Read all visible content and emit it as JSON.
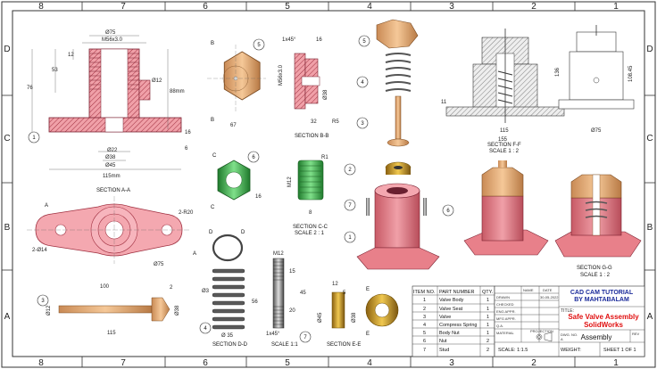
{
  "border": {
    "columns_top": [
      "8",
      "7",
      "6",
      "5",
      "4",
      "3",
      "2",
      "1"
    ],
    "rows": [
      "D",
      "C",
      "B",
      "A"
    ]
  },
  "views": {
    "body_section": {
      "callout": "1",
      "caption": "SECTION A-A",
      "dims": {
        "thread": "M56x3.0",
        "dia_top": "Ø75",
        "h1": "12",
        "h2": "53",
        "h3": "76",
        "h4": "88mm",
        "hole": "Ø12",
        "d22": "Ø22",
        "d38": "Ø38",
        "d45": "Ø45",
        "width": "115mm",
        "t": "16",
        "t2": "6"
      }
    },
    "body_top": {
      "dims": {
        "r20": "2-R20",
        "r14": "2-Ø14",
        "d75": "Ø75"
      },
      "marks": {
        "a1": "A",
        "a2": "A"
      }
    },
    "nut_hex": {
      "callout": "5",
      "dims": {
        "w": "67"
      },
      "marks": {
        "b1": "B",
        "b2": "B"
      }
    },
    "nut_section": {
      "caption": "SECTION B-B",
      "dims": {
        "chamfer": "1x45°",
        "t16": "16",
        "thread": "M56x3.0",
        "d38": "Ø38",
        "w32": "32",
        "r": "R5"
      }
    },
    "seat_view": {
      "callout": "6",
      "dims": {
        "w": "16"
      },
      "marks": {
        "c1": "C",
        "c2": "C"
      }
    },
    "seat_section": {
      "caption": "SECTION C-C",
      "scale": "SCALE 2 : 1",
      "dims": {
        "thread": "M12",
        "h": "8",
        "r": "R1"
      }
    },
    "spring": {
      "callout": "4",
      "caption": "SECTION D-D",
      "dims": {
        "wire": "Ø3",
        "len": "56",
        "od": "Ø 35"
      },
      "marks": {
        "d1": "D",
        "d2": "D"
      }
    },
    "stud": {
      "callout": "7",
      "caption": "SCALE 1:1",
      "dims": {
        "thread": "M12",
        "l15": "15",
        "l45": "45",
        "l20": "20",
        "chamfer": "1x45°"
      }
    },
    "valve": {
      "callout": "3",
      "dims": {
        "l100": "100",
        "l115": "115",
        "d12": "Ø12",
        "d38": "Ø38",
        "r2": "2"
      }
    },
    "bush": {
      "caption": "SECTION E-E",
      "dims": {
        "l12": "12",
        "l5": "5",
        "d45": "Ø45",
        "d38": "Ø38"
      },
      "marks": {
        "e1": "E",
        "e2": "E"
      }
    },
    "exploded": {
      "callouts": [
        "5",
        "4",
        "3",
        "2",
        "7",
        "6",
        "1"
      ]
    },
    "section_ff": {
      "caption": "SECTION F-F",
      "scale": "SCALE 1 : 2",
      "dims": {
        "w115": "115",
        "w155": "155",
        "h11": "11"
      }
    },
    "front_view": {
      "dims": {
        "h136": "136",
        "h10845": "108.45",
        "d75": "Ø75"
      }
    },
    "section_gg": {
      "caption": "SECTION G-G",
      "scale": "SCALE 1 : 2"
    }
  },
  "bom": {
    "headers": [
      "ITEM NO.",
      "PART NUMBER",
      "QTY."
    ],
    "rows": [
      [
        "1",
        "Valve Body",
        "1"
      ],
      [
        "2",
        "Valve Seat",
        "1"
      ],
      [
        "3",
        "Valve",
        "1"
      ],
      [
        "4",
        "Compress Spring",
        "1"
      ],
      [
        "5",
        "Body Nut",
        "1"
      ],
      [
        "6",
        "Nut",
        "2"
      ],
      [
        "7",
        "Stud",
        "2"
      ]
    ]
  },
  "title_block": {
    "name_label": "NAME",
    "date_label": "DATE",
    "date": "30-05-2022",
    "rows": [
      "DRAWN",
      "CHECKED",
      "ENG APPR.",
      "MFG APPR.",
      "Q.A.",
      "MATERIAL"
    ],
    "tutorial": "CAD CAM TUTORIAL",
    "author": "BY MAHTABALAM",
    "title_label": "TITLE:",
    "title1": "Safe Valve Assembly",
    "title2": "SolidWorks",
    "dwg_label": "DWG. NO.",
    "dwg_no": "Assembly",
    "rev_label": "REV",
    "size_label": "A",
    "projection_label": "PROJECTION",
    "scale": "SCALE: 1:1.5",
    "weight": "WEIGHT:",
    "sheet": "SHEET 1 OF 1"
  },
  "colors": {
    "body": "#e8808a",
    "body_dark": "#b84d5a",
    "nut": "#e7b07a",
    "brass": "#c89a2a",
    "seat_green": "#3db34a",
    "spring": "#555"
  }
}
